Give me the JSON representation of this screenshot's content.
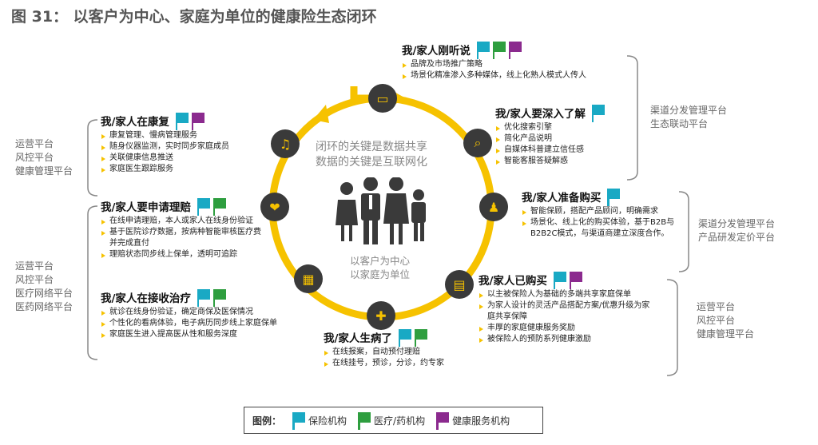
{
  "title": "图 31： 以客户为中心、家庭为单位的健康险生态闭环",
  "colors": {
    "insurance": "#19a9c4",
    "medical": "#2e9e3f",
    "health_service": "#8b2a8e",
    "ring": "#f6c200",
    "node": "#3a3a3a"
  },
  "center": {
    "top_line1": "闭环的关键是数据共享",
    "top_line2": "数据的关键是互联网化",
    "bottom_line1": "以客户为中心",
    "bottom_line2": "以家庭为单位"
  },
  "stages": {
    "heard": {
      "title": "我/家人刚听说",
      "flags": [
        "insurance",
        "medical",
        "health_service"
      ],
      "items": [
        "品牌及市场推广策略",
        "场景化精准渗入多种媒体，线上化熟人模式人传人"
      ]
    },
    "learn": {
      "title": "我/家人要深入了解",
      "flags": [
        "insurance"
      ],
      "items": [
        "优化搜索引擎",
        "简化产品说明",
        "自媒体科普建立信任感",
        "智能客服答疑解惑"
      ]
    },
    "buy": {
      "title": "我/家人准备购买",
      "flags": [
        "insurance"
      ],
      "items": [
        "智能保顾，搭配产品顾问，明确需求",
        "场景化、线上化的购买体验，基于B2B与B2B2C模式，与渠道商建立深度合作。"
      ]
    },
    "bought": {
      "title": "我/家人已购买",
      "flags": [
        "insurance",
        "health_service"
      ],
      "items": [
        "以主被保险人为基础的多端共享家庭保单",
        "为家人设计的灵活产品搭配方案/优惠升级为家庭共享保障",
        "丰厚的家庭健康服务奖励",
        "被保险人的预防系列健康激励"
      ]
    },
    "sick": {
      "title": "我/家人生病了",
      "flags": [
        "insurance",
        "medical"
      ],
      "items": [
        "在线报案，自动预付理赔",
        "在线挂号，预诊，分诊，约专家"
      ]
    },
    "treat": {
      "title": "我/家人在接收治疗",
      "flags": [
        "insurance",
        "medical"
      ],
      "items": [
        "就诊在线身份验证，确定商保及医保情况",
        "个性化的看病体验，电子病历同步线上家庭保单",
        "家庭医生进入提高医从性和服务深度"
      ]
    },
    "claim": {
      "title": "我/家人要申请理赔",
      "flags": [
        "insurance",
        "medical"
      ],
      "items": [
        "在线申请理赔，本人或家人在线身份验证",
        "基于医院诊疗数据，按病种智能审核医疗费并完成直付",
        "理赔状态同步线上保单，透明可追踪"
      ]
    },
    "recover": {
      "title": "我/家人在康复",
      "flags": [
        "insurance",
        "health_service"
      ],
      "items": [
        "康复管理、慢病管理服务",
        "随身仪器监测，实时同步家庭成员",
        "关联健康信息推送",
        "家庭医生跟踪服务"
      ]
    }
  },
  "side_labels": {
    "right_top": [
      "渠道分发管理平台",
      "生态联动平台"
    ],
    "right_mid": [
      "渠道分发管理平台",
      "产品研发定价平台"
    ],
    "right_bot": [
      "运营平台",
      "风控平台",
      "健康管理平台"
    ],
    "left_top": [
      "运营平台",
      "风控平台",
      "健康管理平台"
    ],
    "left_bot": [
      "运营平台",
      "风控平台",
      "医疗网络平台",
      "医药网络平台"
    ]
  },
  "legend": {
    "label": "图例：",
    "items": [
      {
        "key": "insurance",
        "text": "保险机构"
      },
      {
        "key": "medical",
        "text": "医疗/药机构"
      },
      {
        "key": "health_service",
        "text": "健康服务机构"
      }
    ]
  }
}
